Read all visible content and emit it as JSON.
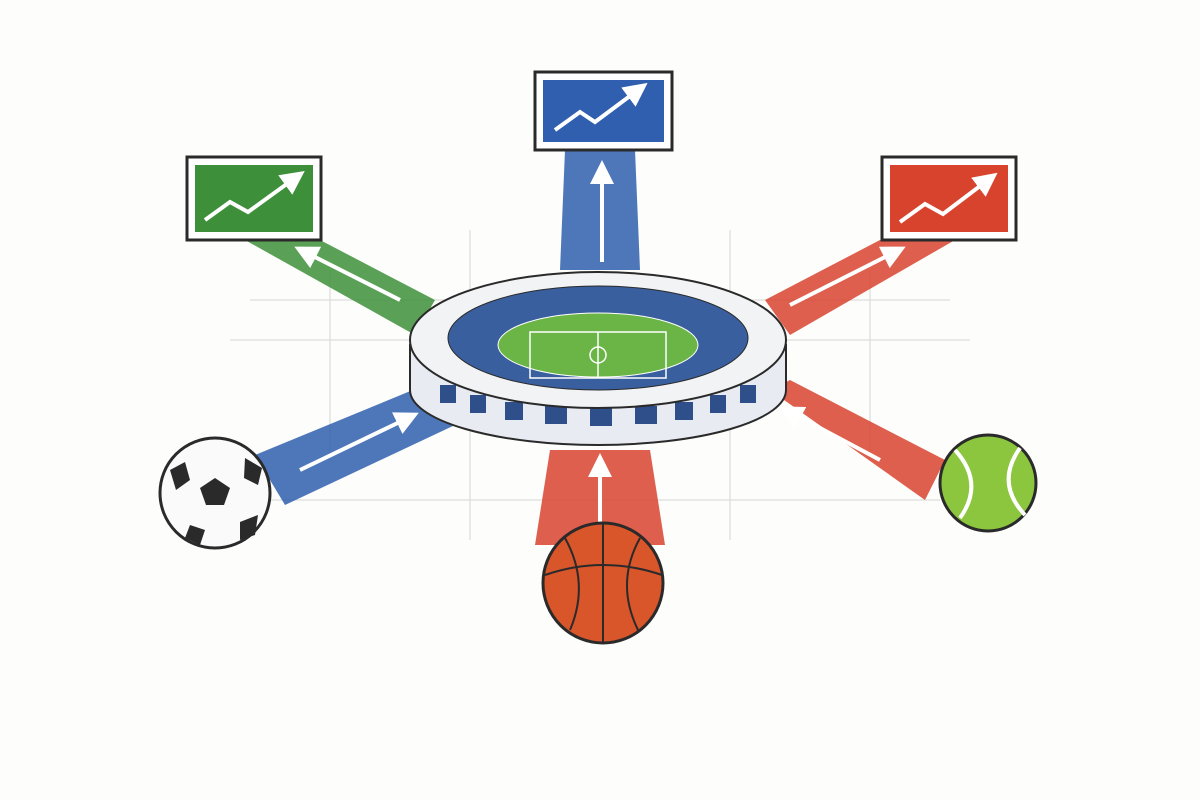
{
  "illustration": {
    "colors": {
      "background": "#fdfdfc",
      "blue": "#2f5fae",
      "green": "#3d8f3a",
      "red": "#d8432e",
      "field": "#6bb546",
      "ink": "#2a2a2a"
    },
    "boards": [
      {
        "name": "green-trend-board",
        "color": "green",
        "icon": "trend-up-arrow-icon"
      },
      {
        "name": "blue-trend-board",
        "color": "blue",
        "icon": "trend-up-arrow-icon"
      },
      {
        "name": "red-trend-board",
        "color": "red",
        "icon": "trend-up-arrow-icon"
      }
    ],
    "balls": [
      "soccer-ball-icon",
      "basketball-icon",
      "tennis-ball-icon"
    ],
    "center": "stadium-icon"
  }
}
